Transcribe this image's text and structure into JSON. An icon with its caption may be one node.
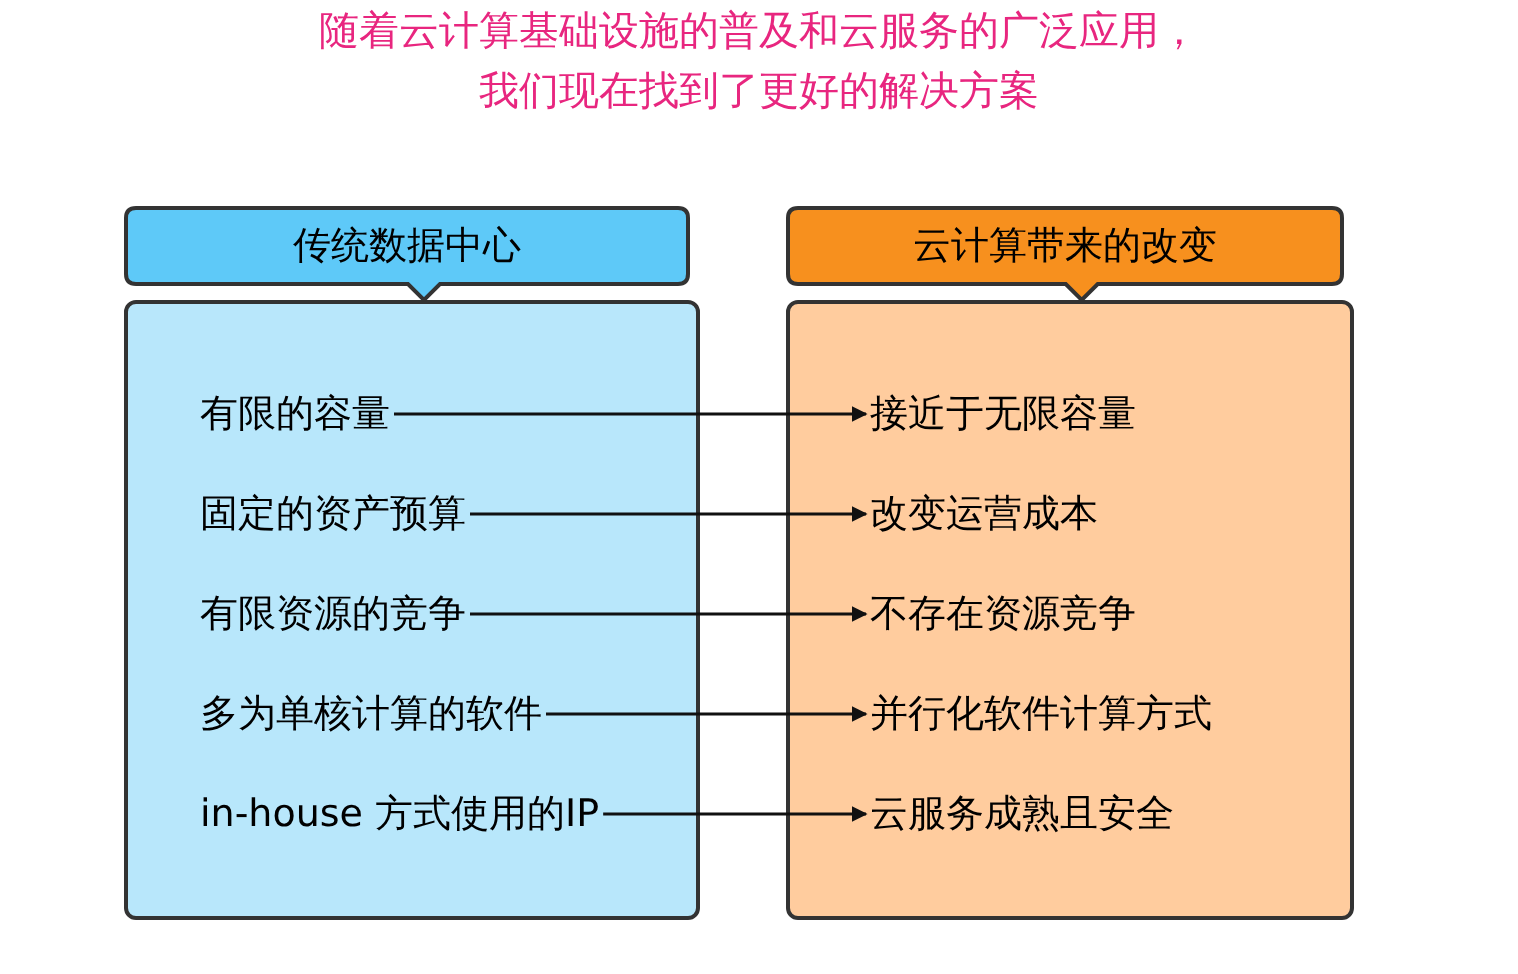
{
  "diagram": {
    "title": "随着云计算基础设施的普及和云服务的广泛应用，我们现在找到了更好的解决方案",
    "nodes": [
      {
        "text": [
          "传统数据中心"
        ]
      },
      {
        "text": [],
        "shape": "box"
      },
      {
        "text": [
          "有限的容量"
        ],
        "in": 1
      },
      {
        "text": [
          "固定的资产预算"
        ],
        "in": 1
      },
      {
        "text": [
          "有限资源的竞争"
        ],
        "in": 1
      },
      {
        "text": [
          "多为单核计算的软件"
        ],
        "in": 1
      },
      {
        "text": [
          "in-house 方式使用的IP"
        ],
        "in": 1
      },
      {
        "text": [
          "云计算带来的改变"
        ]
      },
      {
        "text": [],
        "shape": "box"
      },
      {
        "text": [
          "接近于无限容量"
        ],
        "in": 8
      },
      {
        "text": [
          "改变运营成本"
        ],
        "in": 8
      },
      {
        "text": [
          "不存在资源竞争"
        ],
        "in": 8
      },
      {
        "text": [
          "并行化软件计算方式"
        ],
        "in": 8
      },
      {
        "text": [
          "云服务成熟且安全"
        ],
        "in": 8
      }
    ],
    "edges": [
      {
        "from": 2,
        "to": 9,
        "arrow": "to"
      },
      {
        "from": 3,
        "to": 10,
        "arrow": "to"
      },
      {
        "from": 4,
        "to": 11,
        "arrow": "to"
      },
      {
        "from": 5,
        "to": 12,
        "arrow": "to"
      },
      {
        "from": 6,
        "to": 13,
        "arrow": "to"
      }
    ]
  }
}
